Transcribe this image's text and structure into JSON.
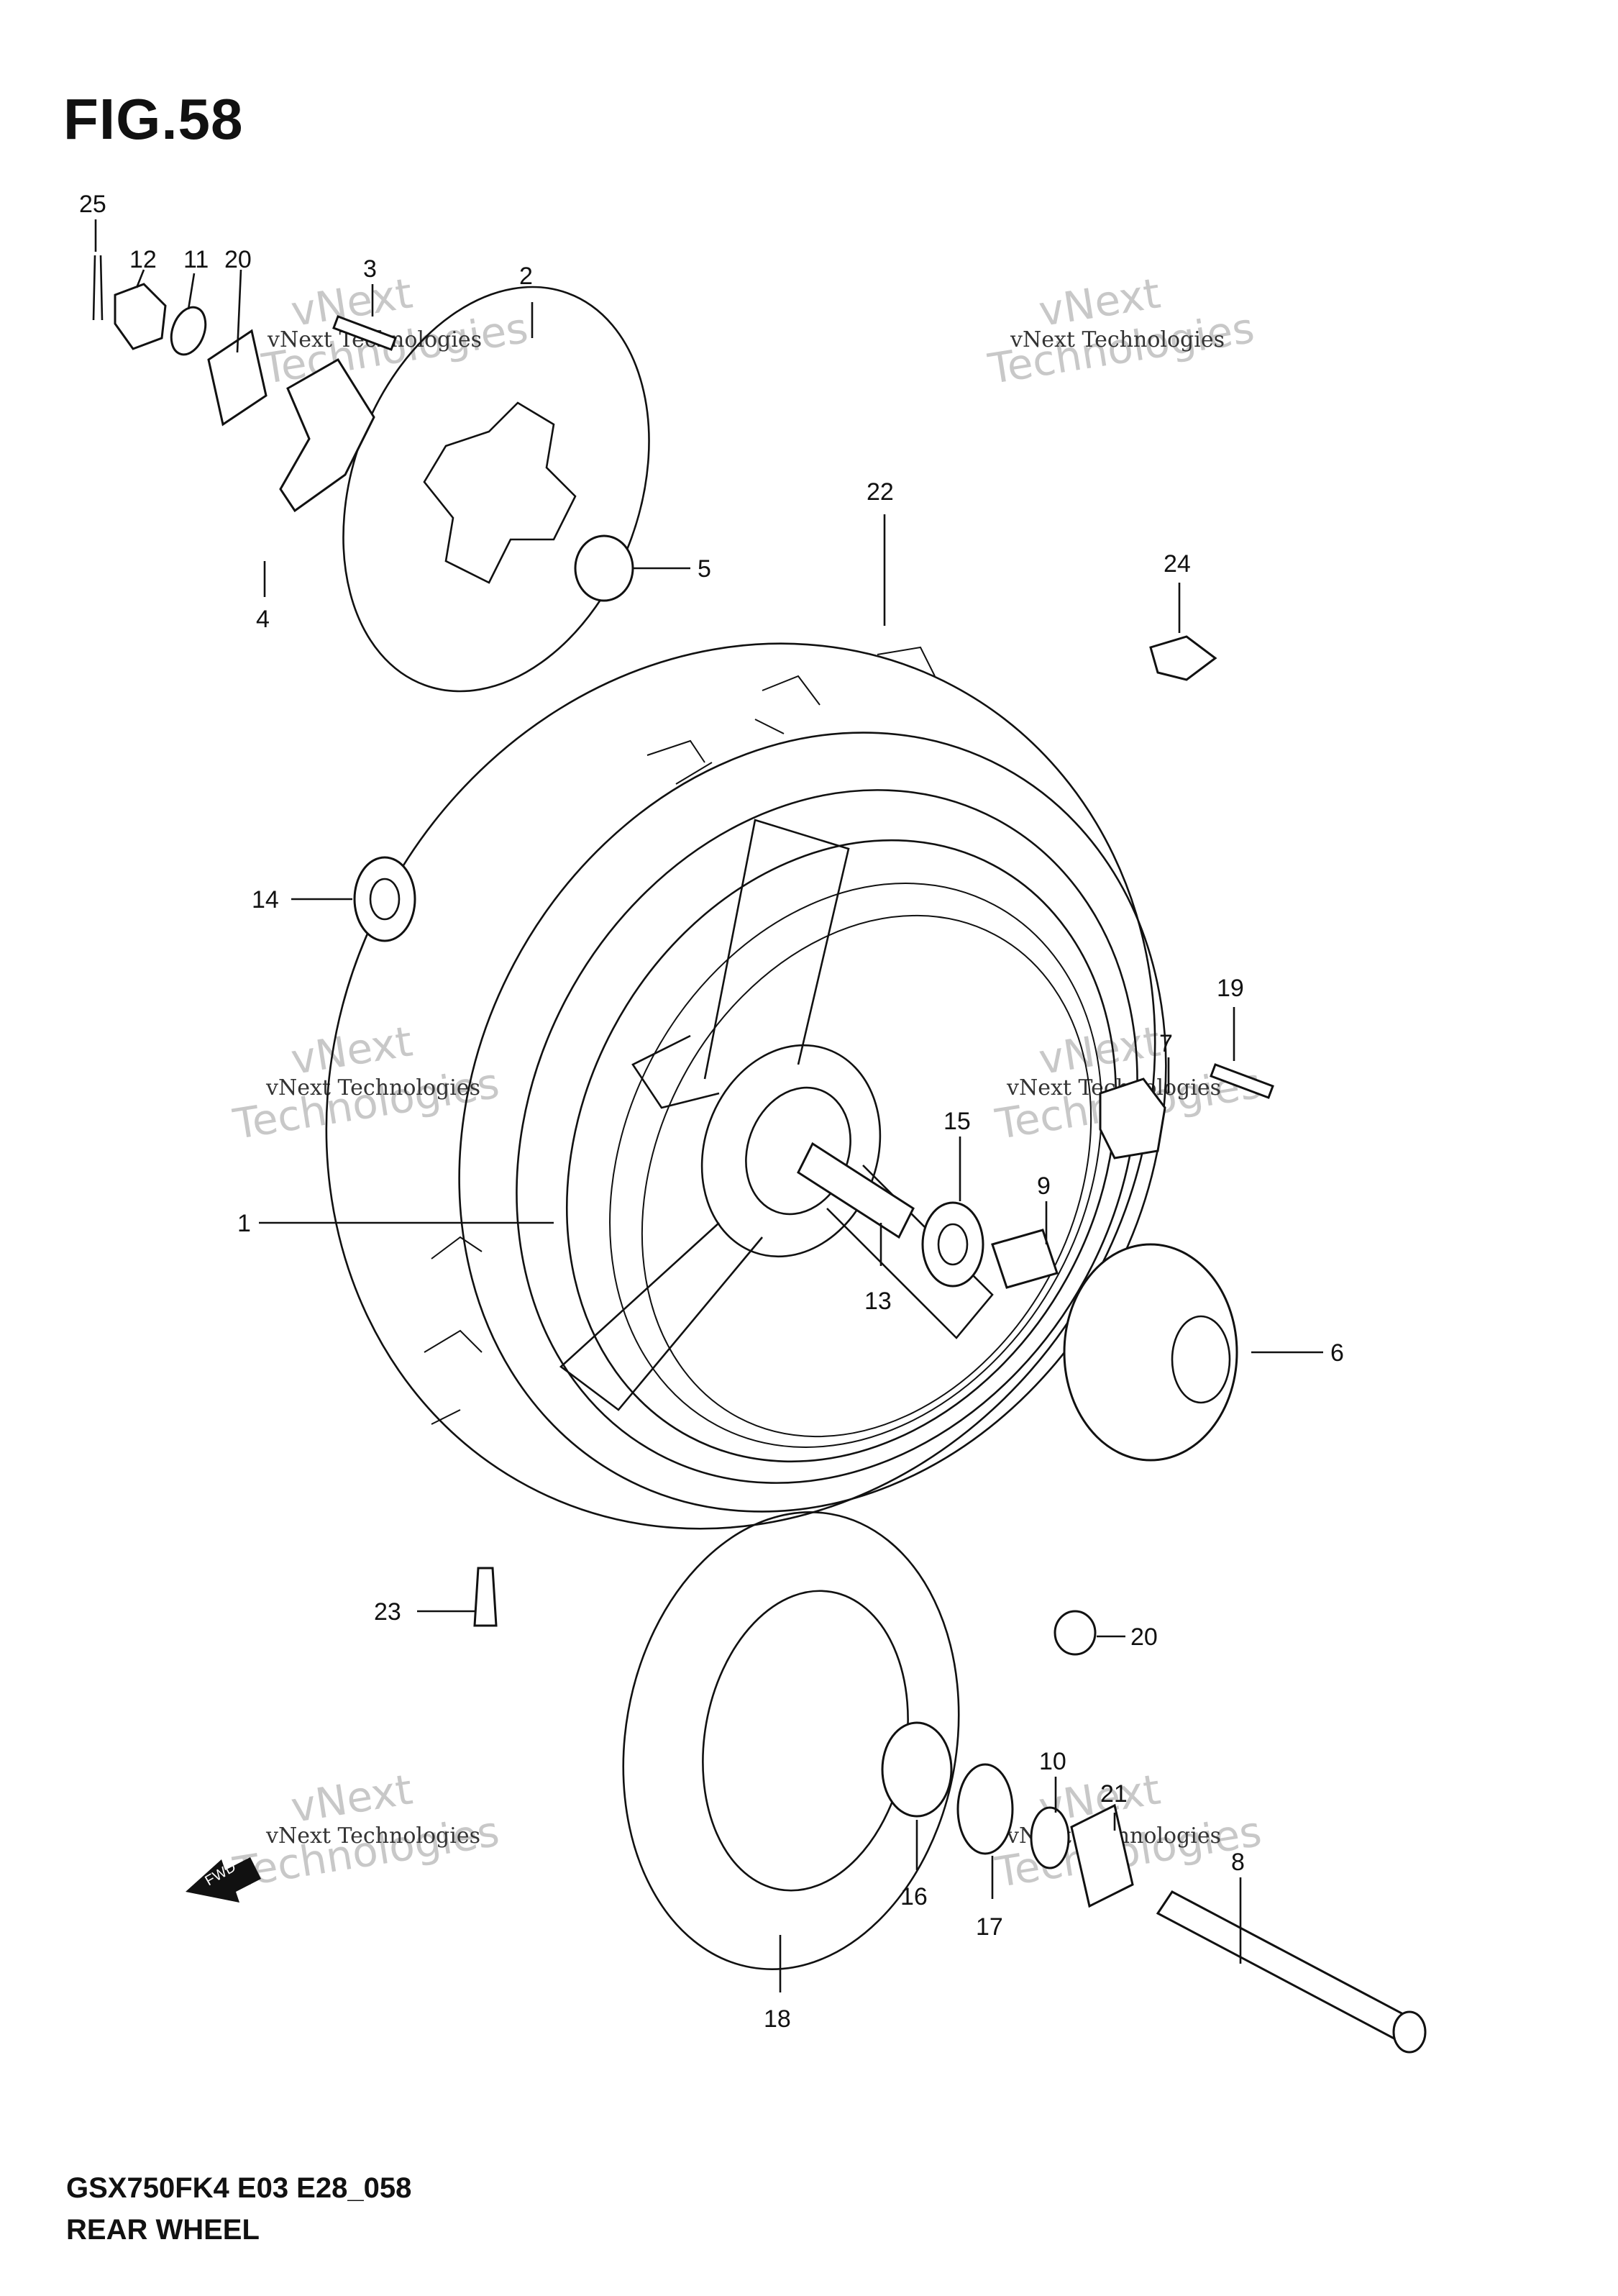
{
  "figure": {
    "title": "FIG.58",
    "model_code": "GSX750FK4 E03 E28_058",
    "assembly_name": "REAR WHEEL",
    "fwd_label": "FWD"
  },
  "watermarks": [
    {
      "small": "vNext Technologies",
      "big": "vNext",
      "big2": "Technologies"
    },
    {
      "small": "vNext Technologies",
      "big": "vNext",
      "big2": "Technologies"
    },
    {
      "small": "vNext Technologies",
      "big": "vNext",
      "big2": "Technologies"
    },
    {
      "small": "vNext Technologies",
      "big": "vNext",
      "big2": "Technologies"
    },
    {
      "small": "vNext Technologies",
      "big": "vNext",
      "big2": "Technologies"
    },
    {
      "small": "vNext Technologies",
      "big": "vNext",
      "big2": "Technologies"
    }
  ],
  "callouts": [
    {
      "id": "c1",
      "label": "1"
    },
    {
      "id": "c2",
      "label": "2"
    },
    {
      "id": "c3",
      "label": "3"
    },
    {
      "id": "c4",
      "label": "4"
    },
    {
      "id": "c5",
      "label": "5"
    },
    {
      "id": "c6",
      "label": "6"
    },
    {
      "id": "c7",
      "label": "7"
    },
    {
      "id": "c8",
      "label": "8"
    },
    {
      "id": "c9",
      "label": "9"
    },
    {
      "id": "c10",
      "label": "10"
    },
    {
      "id": "c11",
      "label": "11"
    },
    {
      "id": "c12",
      "label": "12"
    },
    {
      "id": "c13",
      "label": "13"
    },
    {
      "id": "c14",
      "label": "14"
    },
    {
      "id": "c15",
      "label": "15"
    },
    {
      "id": "c16",
      "label": "16"
    },
    {
      "id": "c17",
      "label": "17"
    },
    {
      "id": "c18",
      "label": "18"
    },
    {
      "id": "c19",
      "label": "19"
    },
    {
      "id": "c20a",
      "label": "20"
    },
    {
      "id": "c20b",
      "label": "20"
    },
    {
      "id": "c21",
      "label": "21"
    },
    {
      "id": "c22",
      "label": "22"
    },
    {
      "id": "c23",
      "label": "23"
    },
    {
      "id": "c24",
      "label": "24"
    },
    {
      "id": "c25",
      "label": "25"
    }
  ]
}
